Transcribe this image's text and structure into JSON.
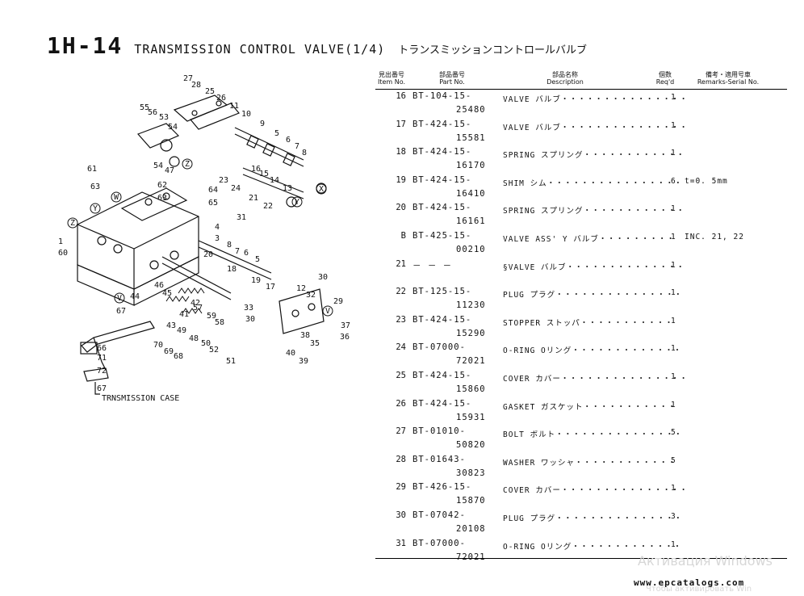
{
  "header": {
    "code": "1H-14",
    "title_en": "TRANSMISSION CONTROL VALVE(1/4)",
    "title_jp": "トランスミッションコントロールバルブ"
  },
  "columns": {
    "item_jp": "見出番号",
    "item_en": "Item No.",
    "part_jp": "部品番号",
    "part_en": "Part No.",
    "desc_jp": "部品名称",
    "desc_en": "Description",
    "qty_jp": "個数",
    "qty_en": "Req'd",
    "remarks_jp": "備考・適用号車",
    "remarks_en": "Remarks-Serial No."
  },
  "parts": [
    {
      "no": "16",
      "part1": "BT-104-15-",
      "part2": "25480",
      "desc": "VALVE バルブ・・・・・・・・・・・・・・・",
      "qty": "1",
      "remarks": ""
    },
    {
      "no": "17",
      "part1": "BT-424-15-",
      "part2": "15581",
      "desc": "VALVE バルブ・・・・・・・・・・・・・・・",
      "qty": "1",
      "remarks": ""
    },
    {
      "no": "18",
      "part1": "BT-424-15-",
      "part2": "16170",
      "desc": "SPRING スプリング・・・・・・・・・・・・",
      "qty": "1",
      "remarks": ""
    },
    {
      "no": "19",
      "part1": "BT-424-15-",
      "part2": "16410",
      "desc": "SHIM シム・・・・・・・・・・・・・・・・",
      "qty": "6",
      "remarks": "t=0. 5mm"
    },
    {
      "no": "20",
      "part1": "BT-424-15-",
      "part2": "16161",
      "desc": "SPRING スプリング・・・・・・・・・・・・",
      "qty": "1",
      "remarks": ""
    },
    {
      "no": "B",
      "part1": "BT-425-15-",
      "part2": "00210",
      "desc": "VALVE ASS' Y バルブ・・・・・・・・・",
      "qty": "1",
      "remarks": "INC. 21, 22"
    },
    {
      "no": "21",
      "part1": "－ － －",
      "part2": "",
      "desc": "§VALVE バルブ・・・・・・・・・・・・・・",
      "qty": "1",
      "remarks": ""
    },
    {
      "no": "22",
      "part1": "BT-125-15-",
      "part2": "11230",
      "desc": "PLUG プラグ・・・・・・・・・・・・・・・",
      "qty": "1",
      "remarks": ""
    },
    {
      "no": "23",
      "part1": "BT-424-15-",
      "part2": "15290",
      "desc": "STOPPER ストッパ・・・・・・・・・・・",
      "qty": "1",
      "remarks": ""
    },
    {
      "no": "24",
      "part1": "BT-07000-",
      "part2": "72021",
      "desc": "O-RING Oリング・・・・・・・・・・・・・",
      "qty": "1",
      "remarks": ""
    },
    {
      "no": "25",
      "part1": "BT-424-15-",
      "part2": "15860",
      "desc": "COVER カバー・・・・・・・・・・・・・・・",
      "qty": "1",
      "remarks": ""
    },
    {
      "no": "26",
      "part1": "BT-424-15-",
      "part2": "15931",
      "desc": "GASKET ガスケット・・・・・・・・・・・",
      "qty": "1",
      "remarks": ""
    },
    {
      "no": "27",
      "part1": "BT-01010-",
      "part2": "50820",
      "desc": "BOLT ボルト・・・・・・・・・・・・・・・",
      "qty": "5",
      "remarks": ""
    },
    {
      "no": "28",
      "part1": "BT-01643-",
      "part2": "30823",
      "desc": "WASHER ワッシャ・・・・・・・・・・・・",
      "qty": "5",
      "remarks": ""
    },
    {
      "no": "29",
      "part1": "BT-426-15-",
      "part2": "15870",
      "desc": "COVER カバー・・・・・・・・・・・・・・・",
      "qty": "1",
      "remarks": ""
    },
    {
      "no": "30",
      "part1": "BT-07042-",
      "part2": "20108",
      "desc": "PLUG プラグ・・・・・・・・・・・・・・・",
      "qty": "3",
      "remarks": ""
    },
    {
      "no": "31",
      "part1": "BT-07000-",
      "part2": "72021",
      "desc": "O-RING Oリング・・・・・・・・・・・・・",
      "qty": "1",
      "remarks": ""
    }
  ],
  "diagram": {
    "labels": [
      "27",
      "28",
      "25",
      "26",
      "55",
      "56",
      "53",
      "54",
      "11",
      "10",
      "9",
      "5",
      "6",
      "7",
      "8",
      "61",
      "54",
      "47",
      "62",
      "63",
      "64",
      "65",
      "23",
      "24",
      "16",
      "15",
      "14",
      "13",
      "21",
      "22",
      "31",
      "4",
      "3",
      "1",
      "60",
      "8",
      "7",
      "6",
      "5",
      "20",
      "18",
      "19",
      "17",
      "12",
      "32",
      "46",
      "45",
      "44",
      "67",
      "43",
      "41",
      "42",
      "57",
      "59",
      "58",
      "49",
      "48",
      "50",
      "52",
      "51",
      "33",
      "30",
      "29",
      "38",
      "37",
      "36",
      "35",
      "40",
      "39",
      "66",
      "71",
      "72",
      "67",
      "70",
      "69",
      "68"
    ],
    "callouts": [
      "Z",
      "W",
      "Y",
      "X",
      "V"
    ],
    "case_label": "TRNSMISSION CASE"
  },
  "footer": {
    "url": "www.epcatalogs.com"
  },
  "watermark": {
    "line1": "Активация Windows",
    "line2": "Чтобы активировать Win"
  }
}
